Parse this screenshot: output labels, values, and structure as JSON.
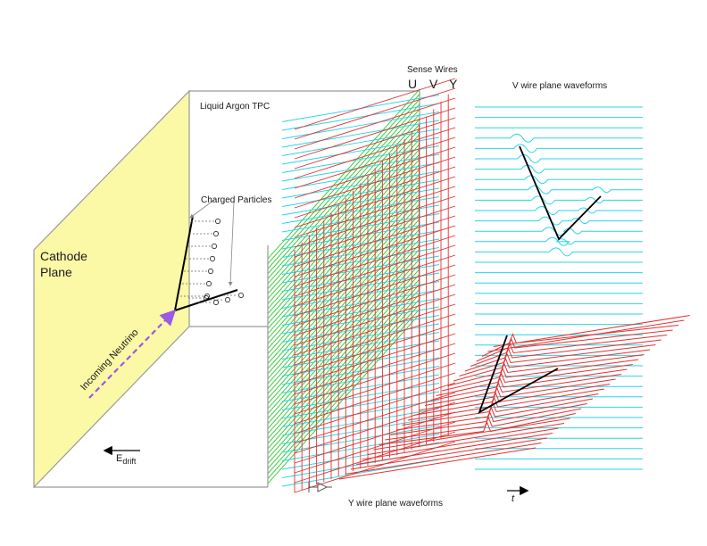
{
  "labels": {
    "sense_wires": "Sense Wires",
    "plane_u": "U",
    "plane_v": "V",
    "plane_y": "Y",
    "v_waveforms": "V wire plane waveforms",
    "y_waveforms": "Y wire plane waveforms",
    "tpc": "Liquid Argon TPC",
    "charged_particles": "Charged Particles",
    "cathode_line1": "Cathode",
    "cathode_line2": "Plane",
    "neutrino": "Incoming Neutrino",
    "edrift_main": "E",
    "edrift_sub": "drift",
    "time": "t"
  },
  "colors": {
    "cathode_fill": "#fbf8a6",
    "u_wires": "#29c929",
    "v_wires": "#26d6e8",
    "y_wires": "#e53030",
    "neutrino": "#9b59e6",
    "track": "#000000",
    "box_edge": "#9a9a9a"
  }
}
